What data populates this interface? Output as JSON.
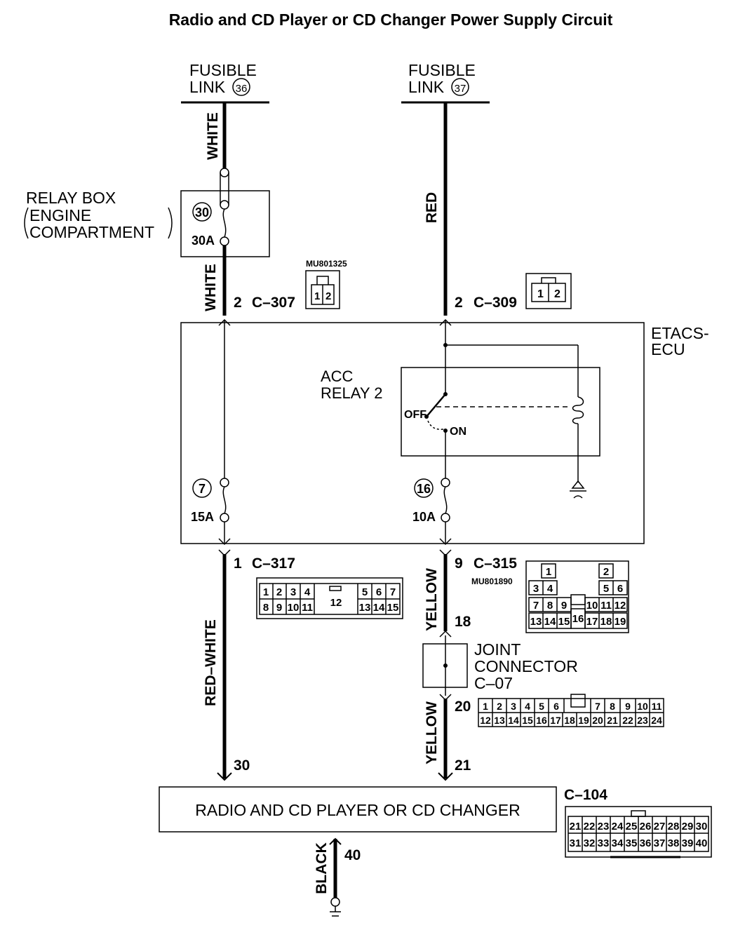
{
  "title": "Radio and CD Player or CD Changer Power Supply Circuit",
  "fusible_links": [
    {
      "line1": "FUSIBLE",
      "line2": "LINK",
      "number": "36"
    },
    {
      "line1": "FUSIBLE",
      "line2": "LINK",
      "number": "37"
    }
  ],
  "relay_box": {
    "line1": "RELAY BOX",
    "line2": "ENGINE",
    "line3": "COMPARTMENT",
    "fuse_number": "30",
    "fuse_rating": "30A"
  },
  "wires": {
    "white_upper": "WHITE",
    "white_lower": "WHITE",
    "red": "RED",
    "red_white": "RED–WHITE",
    "yellow_upper": "YELLOW",
    "yellow_lower": "YELLOW",
    "black": "BLACK"
  },
  "connectors": {
    "c307": {
      "pin": "2",
      "name": "C–307",
      "part": "MU801325",
      "pins": [
        "1",
        "2"
      ]
    },
    "c309": {
      "pin": "2",
      "name": "C–309",
      "pins": [
        "1",
        "2"
      ]
    },
    "c317": {
      "pin": "1",
      "name": "C–317",
      "row1": [
        "1",
        "2",
        "3",
        "4",
        "5",
        "6",
        "7"
      ],
      "row2": [
        "8",
        "9",
        "10",
        "11",
        "13",
        "14",
        "15"
      ],
      "center": "12"
    },
    "c315": {
      "pin": "9",
      "name": "C–315",
      "part": "MU801890",
      "pins": [
        "1",
        "2",
        "3",
        "4",
        "5",
        "6",
        "7",
        "8",
        "9",
        "10",
        "11",
        "12",
        "13",
        "14",
        "15",
        "16",
        "17",
        "18",
        "19"
      ]
    },
    "c07": {
      "pin_in": "18",
      "pin_out": "20",
      "line1": "JOINT",
      "line2": "CONNECTOR",
      "line3": "C–07",
      "row1": [
        "1",
        "2",
        "3",
        "4",
        "5",
        "6",
        "7",
        "8",
        "9",
        "10",
        "11"
      ],
      "row2": [
        "12",
        "13",
        "14",
        "15",
        "16",
        "17",
        "18",
        "19",
        "20",
        "21",
        "22",
        "23",
        "24"
      ]
    },
    "c104": {
      "name": "C–104",
      "pin_red_white": "30",
      "pin_yellow": "21",
      "pin_ground": "40",
      "row1": [
        "21",
        "22",
        "23",
        "24",
        "25",
        "26",
        "27",
        "28",
        "29",
        "30"
      ],
      "row2": [
        "31",
        "32",
        "33",
        "34",
        "35",
        "36",
        "37",
        "38",
        "39",
        "40"
      ]
    }
  },
  "etacs": {
    "line1": "ETACS-",
    "line2": "ECU",
    "relay_line1": "ACC",
    "relay_line2": "RELAY 2",
    "off_label": "OFF",
    "on_label": "ON",
    "fuse7_number": "7",
    "fuse7_rating": "15A",
    "fuse16_number": "16",
    "fuse16_rating": "10A"
  },
  "radio_label": "RADIO AND CD PLAYER OR CD CHANGER"
}
